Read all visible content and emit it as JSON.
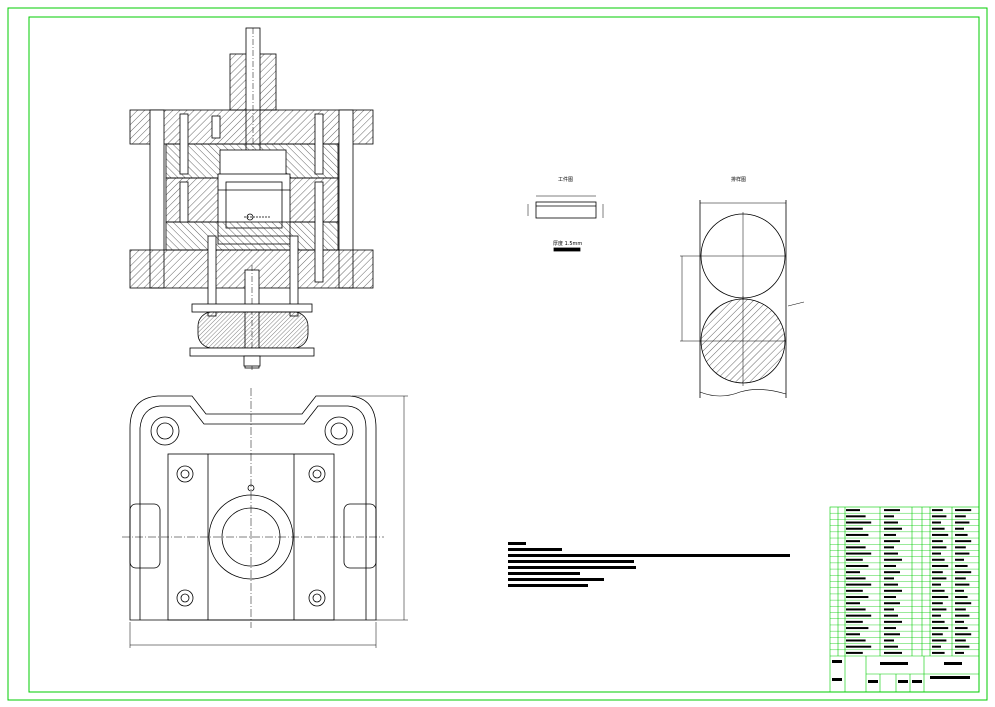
{
  "drawing": {
    "colors": {
      "border": "#00cc00",
      "line": "#000000",
      "hatch": "#000000",
      "paper": "#ffffff"
    },
    "part_view_label": "工件图",
    "part_thickness_note": "厚度 1.5mm",
    "layout_view_label": "排样图"
  }
}
